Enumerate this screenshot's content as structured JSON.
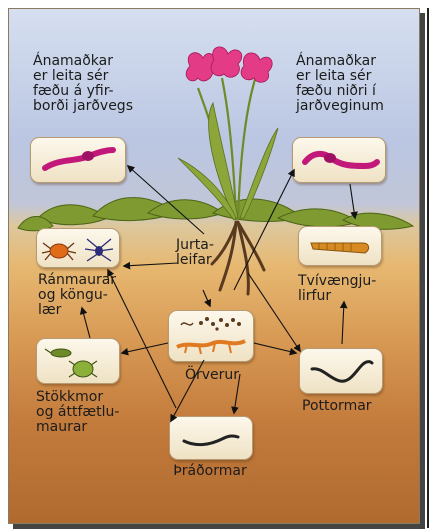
{
  "labels": {
    "surface_worms": "Ánamaðkar\ner leita sér\nfæðu á yfir-\nborði jarðvegs",
    "deep_worms": "Ánamaðkar\ner leita sér\nfæðu niðri í\njarðveginum",
    "plant_remains": "Jurta-\nleifar",
    "predators": "Ránmaurar\nog köngu-\nlær",
    "fly_larvae": "Tvívængju-\nlirfur",
    "springtails": "Stökkmor\nog áttfætlu-\nmaurar",
    "microbes": "Örverur",
    "nematodes": "Pottormar",
    "threadworms": "Þráðormar"
  },
  "colors": {
    "worm": "#c2187a",
    "larva": "#c47a18",
    "microbe": "#e07a22",
    "nematode": "#222222",
    "flower": "#e43b86",
    "leaf": "#7f9a30"
  },
  "icons": [
    "earthworm",
    "mite",
    "spider",
    "larva",
    "springtail",
    "microbes",
    "nematode"
  ]
}
